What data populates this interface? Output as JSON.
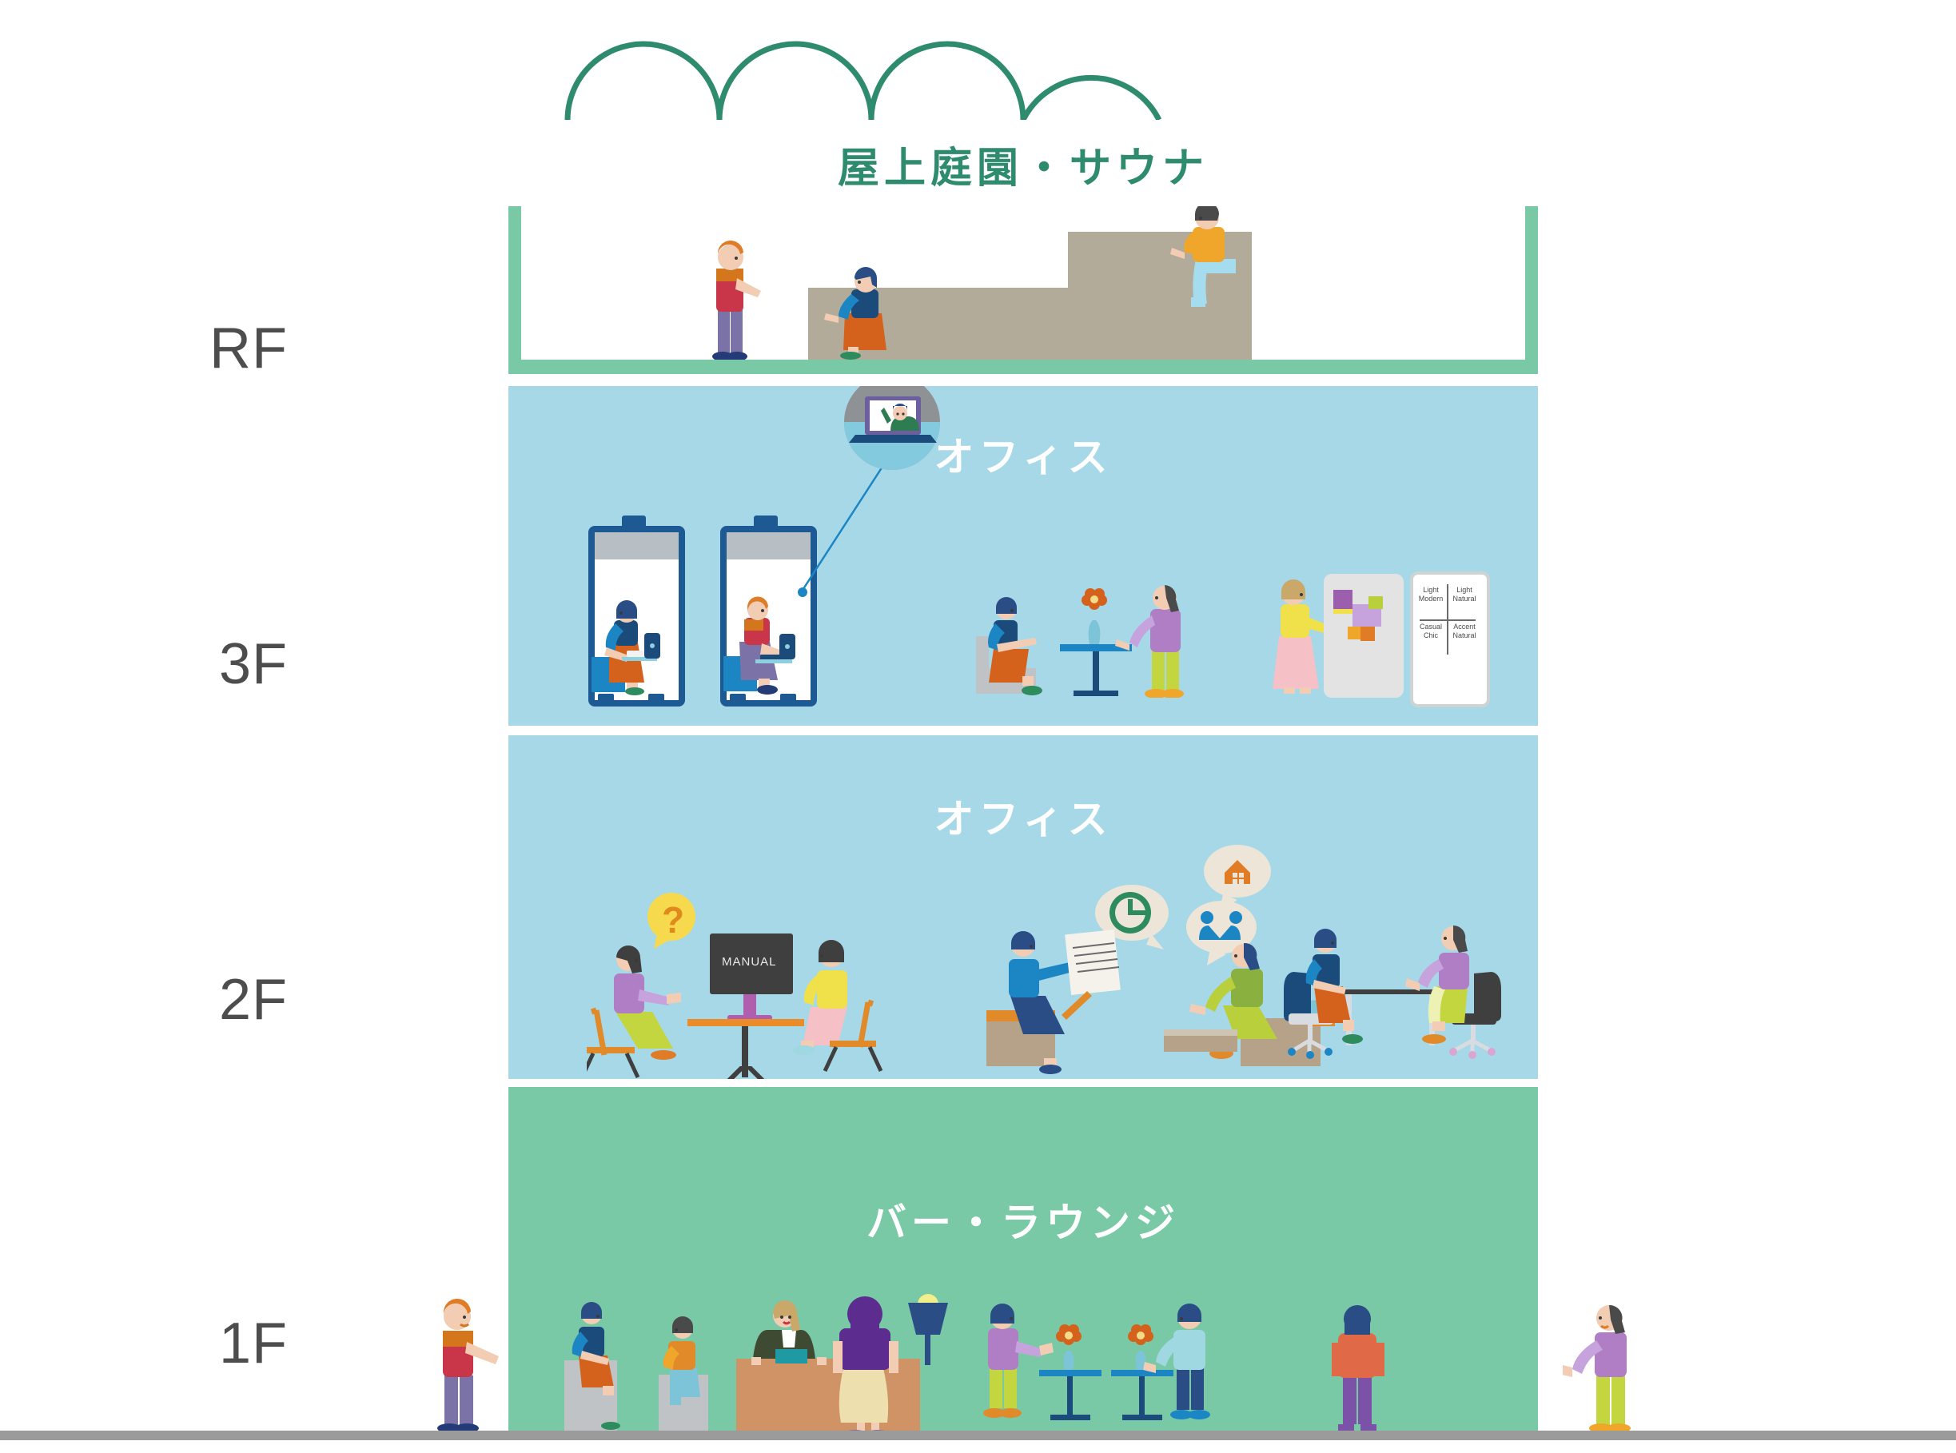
{
  "diagram": {
    "type": "building-section-floor-guide",
    "background_color": "#ffffff",
    "ground_line_color": "#9b9b9b"
  },
  "floor_labels": [
    {
      "id": "rf",
      "text": "RF"
    },
    {
      "id": "3f",
      "text": "3F"
    },
    {
      "id": "2f",
      "text": "2F"
    },
    {
      "id": "1f",
      "text": "1F"
    }
  ],
  "floors": [
    {
      "id": "rf",
      "label": "RF",
      "title": "屋上庭園・サウナ",
      "title_color": "#2e8b6e",
      "block_color": "#79c9a6",
      "description_icons": [
        "arch-canopy",
        "stepped-seating",
        "person-standing",
        "person-sitting",
        "person-sitting-upper"
      ]
    },
    {
      "id": "3f",
      "label": "3F",
      "title": "オフィス",
      "title_color": "#ffffff",
      "block_color": "#a6d8e8",
      "description_icons": [
        "phone-booth",
        "phone-booth",
        "laptop-video-call-zoom",
        "lounge-chair-meeting",
        "whiteboard",
        "idea-board"
      ]
    },
    {
      "id": "2f",
      "label": "2F",
      "title": "オフィス",
      "title_color": "#ffffff",
      "block_color": "#a6d8e8",
      "description_icons": [
        "question-bubble",
        "monitor-manual",
        "cafe-table-meeting",
        "sofa-meeting",
        "speech-bubbles",
        "desk-chairs-meeting"
      ]
    },
    {
      "id": "1f",
      "label": "1F",
      "title": "バー・ラウンジ",
      "title_color": "#ffffff",
      "block_color": "#79c9a6",
      "description_icons": [
        "lounge-sofa",
        "bar-counter",
        "bar-lamp",
        "cafe-tables",
        "person-standing"
      ]
    }
  ],
  "zoom_callout": {
    "name": "laptop-video-call",
    "circle_color": "#8f9294",
    "screen_person": "waving-woman"
  },
  "whiteboard_matrix": {
    "quadrants": [
      {
        "position": "top-left",
        "line1": "Light",
        "line2": "Modern"
      },
      {
        "position": "top-right",
        "line1": "Light",
        "line2": "Natural"
      },
      {
        "position": "bottom-left",
        "line1": "Casual",
        "line2": "Chic"
      },
      {
        "position": "bottom-right",
        "line1": "Accent",
        "line2": "Natural"
      }
    ]
  },
  "monitor": {
    "label": "MANUAL"
  },
  "question_bubble": {
    "label": "?"
  },
  "speech_bubble_icons": [
    {
      "name": "house-icon",
      "color": "#e07b26"
    },
    {
      "name": "clock-icon",
      "color": "#2e8b5e"
    },
    {
      "name": "handshake-icon",
      "color": "#1c86c4"
    }
  ],
  "palette": {
    "green_block": "#79c9a6",
    "green_text": "#2e8b6e",
    "blue_block": "#a6d8e8",
    "label_gray": "#4d4d4d",
    "step_beige": "#b3ab99",
    "white": "#ffffff"
  }
}
